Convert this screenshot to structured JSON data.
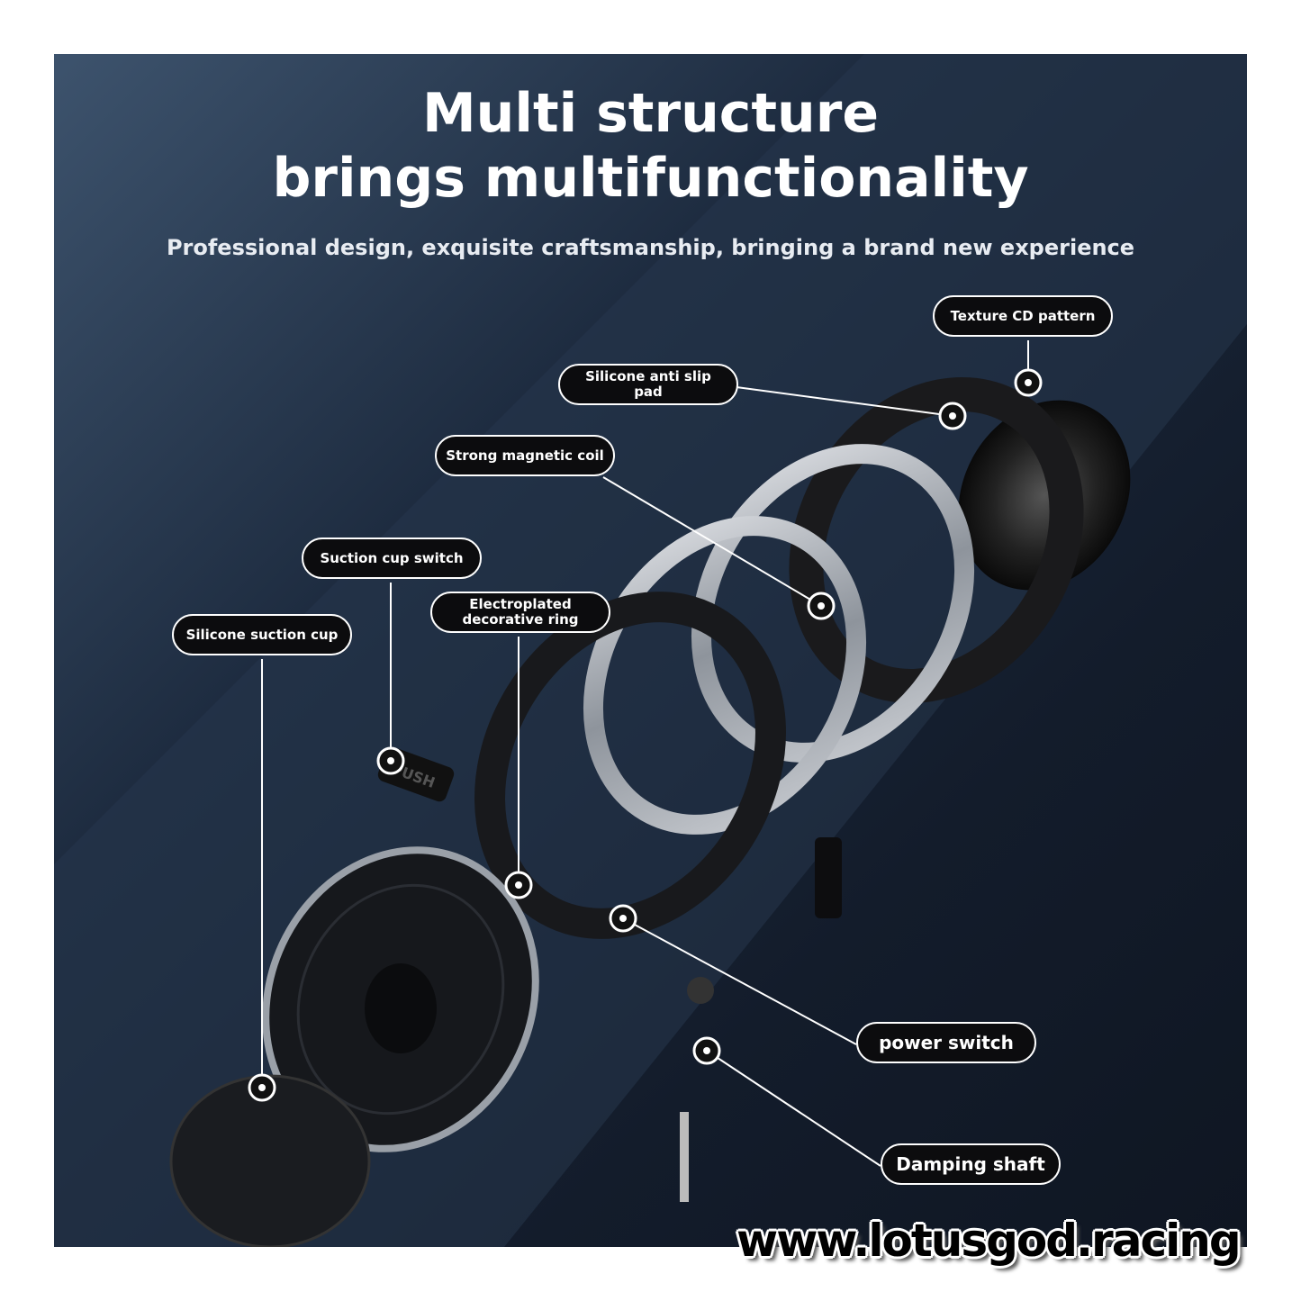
{
  "header": {
    "title_line1": "Multi structure",
    "title_line2": "brings multifunctionality",
    "subtitle": "Professional design, exquisite craftsmanship, bringing a brand new experience"
  },
  "labels": {
    "texture": "Texture CD pattern",
    "antislip": "Silicone anti slip pad",
    "coil": "Strong magnetic coil",
    "switch": "Suction cup switch",
    "ring": "Electroplated decorative ring",
    "cup": "Silicone suction cup",
    "power": "power switch",
    "shaft": "Damping shaft"
  },
  "product_text": "PUSH",
  "watermark": "www.lotusgod.racing"
}
